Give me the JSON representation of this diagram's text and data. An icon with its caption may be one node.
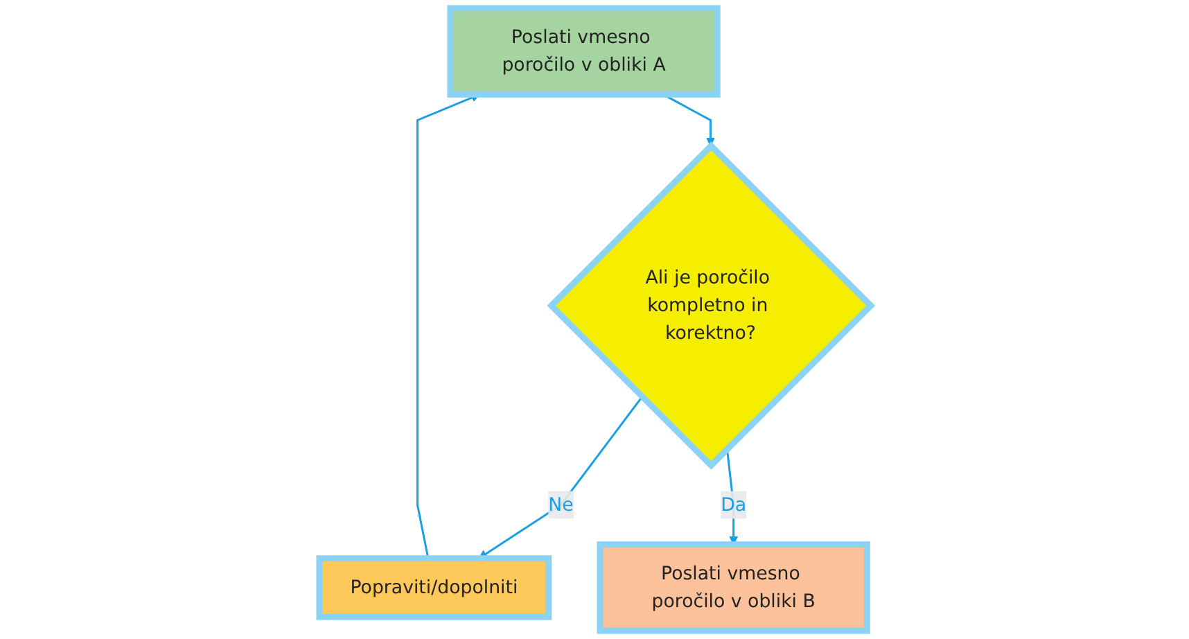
{
  "diagram": {
    "nodes": [
      {
        "text": [
          "Poslati vmesno poročilo v obliki A"
        ]
      },
      {
        "text": [
          "Ali je poročilo kompletno in korektno?"
        ]
      },
      {
        "text": [
          "Popraviti/dopolniti"
        ]
      },
      {
        "text": [
          "Poslati vmesno poročilo v obliki B"
        ]
      }
    ],
    "edges": [
      {
        "from": 0,
        "to": 1,
        "arrow": "to"
      },
      {
        "from": 1,
        "to": 2,
        "arrow": "to",
        "label": "Ne"
      },
      {
        "from": 2,
        "to": 0,
        "arrow": "to"
      },
      {
        "from": 1,
        "to": 3,
        "arrow": "to",
        "label": "Da"
      }
    ]
  }
}
